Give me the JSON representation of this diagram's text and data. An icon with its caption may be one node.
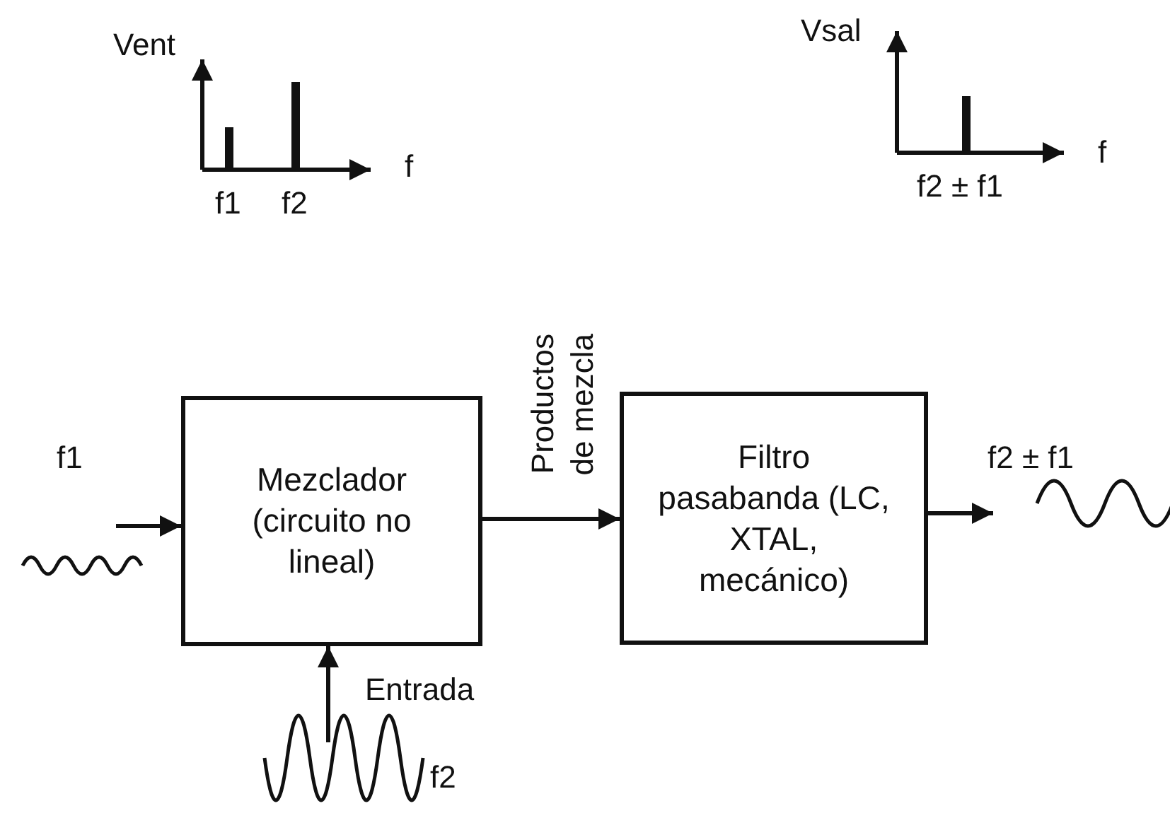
{
  "diagram": {
    "nodes": [
      {
        "text": [
          "Mezclador (circuito no lineal)"
        ]
      },
      {
        "text": [
          "Filtro pasabanda (LC, XTAL, mecánico)"
        ]
      }
    ],
    "edges": [
      {
        "from": null,
        "to": 0,
        "arrow": "to",
        "label": "f1"
      },
      {
        "from": null,
        "to": 0,
        "arrow": "to",
        "label": "Entrada"
      },
      {
        "from": 0,
        "to": 1,
        "arrow": "to",
        "label": "Productos de mezcla"
      },
      {
        "from": 1,
        "to": null,
        "arrow": "to",
        "label": "f2 ± f1"
      }
    ],
    "labels": [
      "Vent",
      "f",
      "f1",
      "f2",
      "Vsal",
      "f",
      "f2 ± f1",
      "f2"
    ]
  }
}
